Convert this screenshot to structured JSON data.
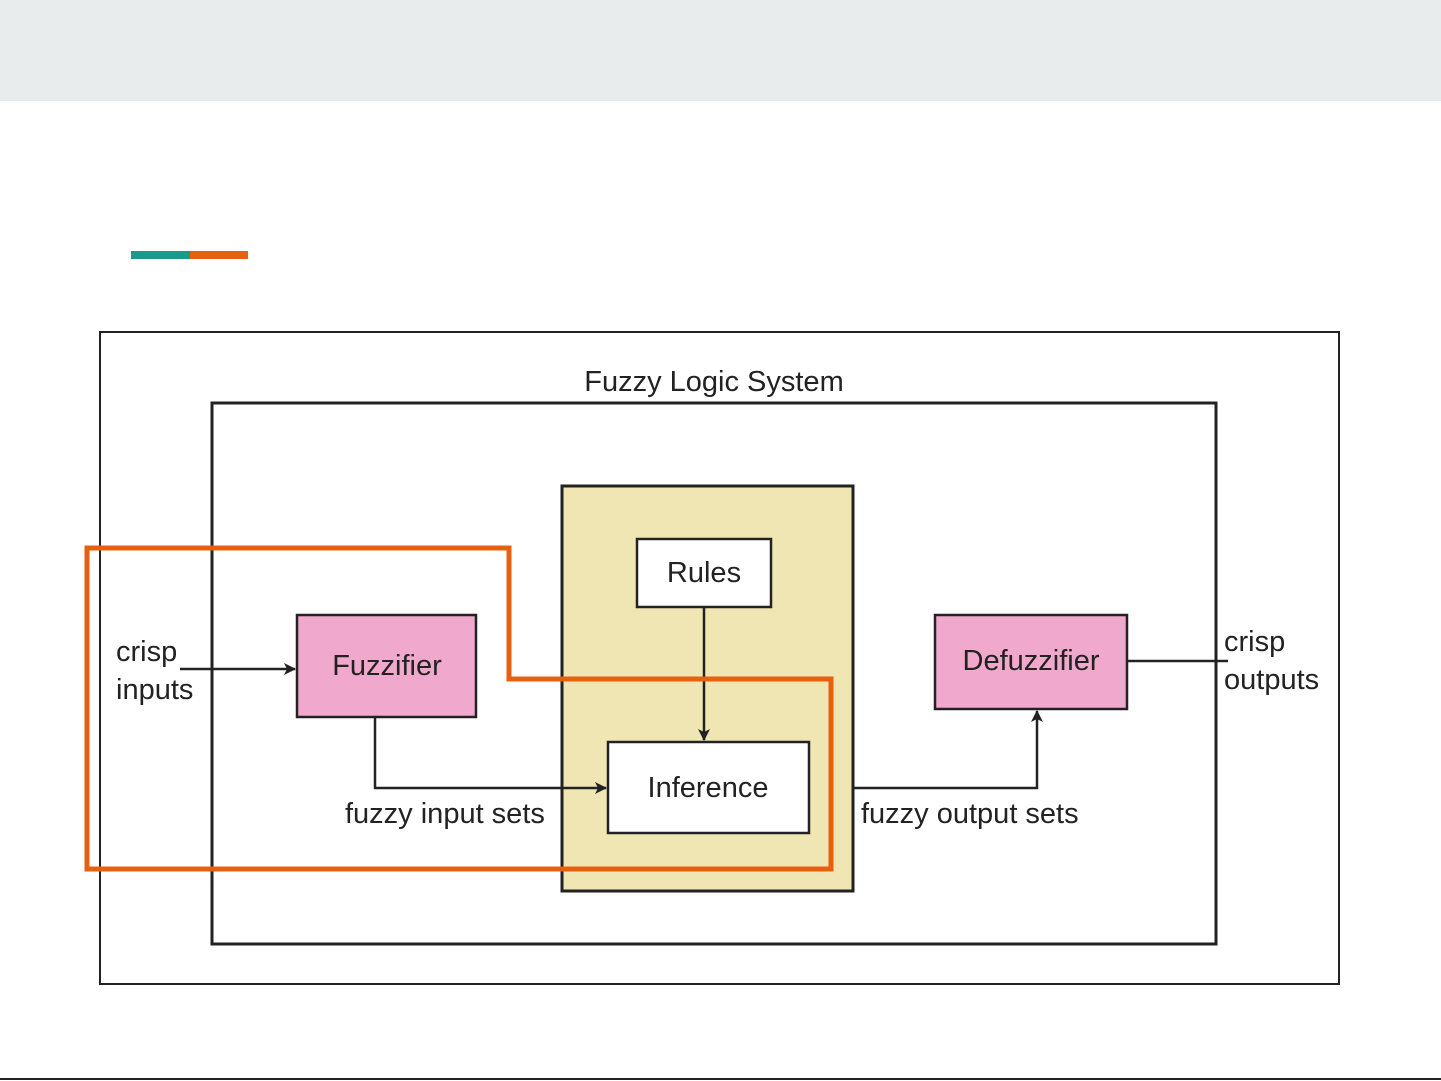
{
  "colors": {
    "accent_teal": "#1a9a8a",
    "accent_orange": "#e8600f",
    "highlight": "#e8600f",
    "fuzzifier_fill": "#f0a8cc",
    "defuzzifier_fill": "#f0a8cc",
    "inference_panel_fill": "#efe6b3"
  },
  "diagram": {
    "system_title": "Fuzzy Logic System",
    "crisp_inputs": [
      "crisp",
      "inputs"
    ],
    "fuzzifier": "Fuzzifier",
    "rules": "Rules",
    "inference": "Inference",
    "defuzzifier": "Defuzzifier",
    "crisp_outputs": [
      "crisp",
      "outputs"
    ],
    "fuzzy_input_sets": "fuzzy input sets",
    "fuzzy_output_sets": "fuzzy output sets"
  }
}
